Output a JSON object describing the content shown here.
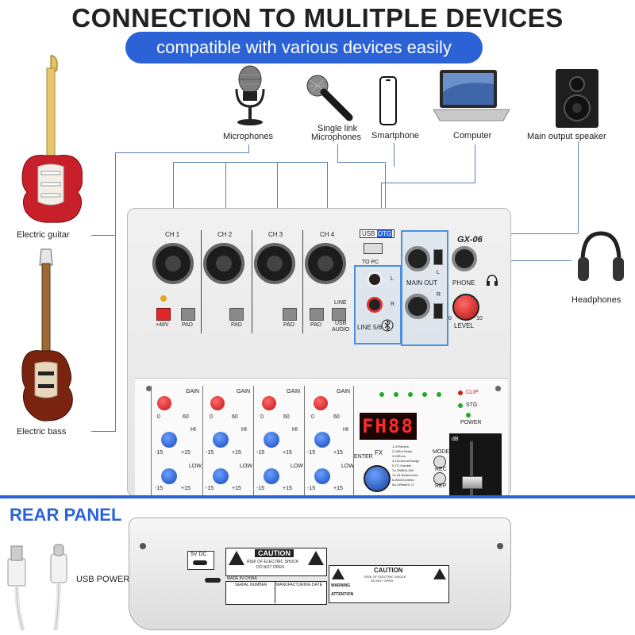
{
  "header": {
    "title": "CONNECTION TO MULITPLE DEVICES",
    "subtitle": "compatible with various devices easily"
  },
  "devices": {
    "microphones": "Microphones",
    "single_link_1": "Single link",
    "single_link_2": "Microphones",
    "smartphone": "Smartphone",
    "computer": "Computer",
    "speaker": "Main output speaker",
    "guitar": "Electric guitar",
    "bass": "Electric bass",
    "headphones": "Headphones"
  },
  "mixer": {
    "model": "GX-06",
    "channels": [
      "CH 1",
      "CH 2",
      "CH 3",
      "CH 4"
    ],
    "phantom": "+48V",
    "pad": "PAD",
    "usb_otg_a": "USB",
    "usb_otg_b": "OTG",
    "to_pc": "TO PC",
    "line": "LINE",
    "usb_audio_1": "USB",
    "usb_audio_2": "AUDIO",
    "line56": "LINE 5/6",
    "main_out": "MAIN OUT",
    "phones": "PHONE",
    "level": "LEVEL",
    "level_min": "0",
    "level_max": "10",
    "l": "L",
    "r": "R",
    "gain": "GAIN",
    "hi": "HI",
    "low": "LOW",
    "gain_min": "0",
    "gain_max": "60",
    "eq_min": "-15",
    "eq_max": "+15",
    "display": "FH88",
    "enter": "ENTER",
    "fx": "FX",
    "mode": "MODE",
    "rec": "REC",
    "rep": "REP",
    "clip": "CLIP",
    "stg": "STG",
    "power": "POWER",
    "db": "dB",
    "fx_list": [
      "1-37Reverb",
      "2-43Ext Delay",
      "3-43Echo",
      "4-10Chorus/Flange",
      "5-TG Gamble",
      "7a-TBMEA MIX",
      "7b-43 Radio/Voice",
      "8-WAVcho/Wav",
      "9a-10Wah/S-71"
    ]
  },
  "rear": {
    "title": "REAR PANEL",
    "usb_power": "USB POWER",
    "dc_label": "5V  DC",
    "caution": "CAUTION",
    "risk_1": "RISK OF ELECTRIC SHOCK",
    "risk_2": "DO NOT OPEN",
    "made_in": "MADE IN CHINA",
    "serial": "SERIAL NUMBER",
    "mfg_date": "MANUFACTURING DATE",
    "caution2": "CAUTION",
    "risk2_1": "RISK OF ELECTRIC SHOCK",
    "risk2_2": "DO NOT OPEN",
    "warning": "WARNING",
    "attention": "ATTENTION"
  },
  "colors": {
    "accent_blue": "#2b62d6",
    "line_blue": "#5a7fb0",
    "display_red": "#ff2b2b",
    "knob_red": "#c01515",
    "knob_blue": "#1948b8"
  }
}
